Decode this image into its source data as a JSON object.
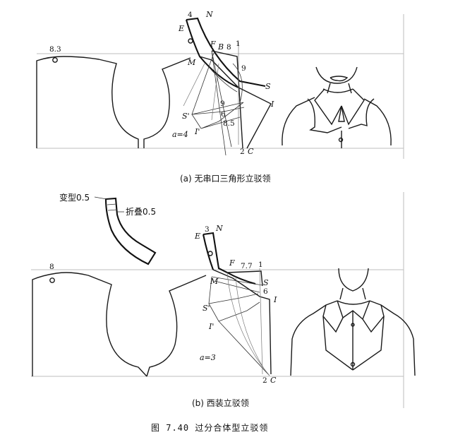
{
  "panel_a": {
    "caption": "(a) 无串口三角形立驳领",
    "labels": {
      "n4": "4",
      "N": "N",
      "E": "E",
      "F": "F",
      "B": "B",
      "n8": "8",
      "n1": "1",
      "M": "M",
      "n9a": "9",
      "S": "S",
      "n9b": "9",
      "I": "I",
      "S_prime": "S'",
      "n6": "6",
      "n8_5": "8.5",
      "I_prime": "I'",
      "a_eq": "a=4",
      "n2": "2",
      "C": "C",
      "n8_3": "8.3"
    }
  },
  "panel_b": {
    "caption": "(b) 西装立驳领",
    "labels": {
      "n3": "3",
      "N": "N",
      "E": "E",
      "F": "F",
      "n7_7": "7.7",
      "n1": "1",
      "M": "M",
      "S": "S",
      "n6": "6",
      "I": "I",
      "S_prime": "S'",
      "I_prime": "I'",
      "a_eq": "a=3",
      "n2": "2",
      "C": "C",
      "n8": "8"
    },
    "annotations": {
      "deform": "变型0.5",
      "fold": "折叠0.5"
    }
  },
  "figure_caption": "图 7.40   过分合体型立驳领"
}
